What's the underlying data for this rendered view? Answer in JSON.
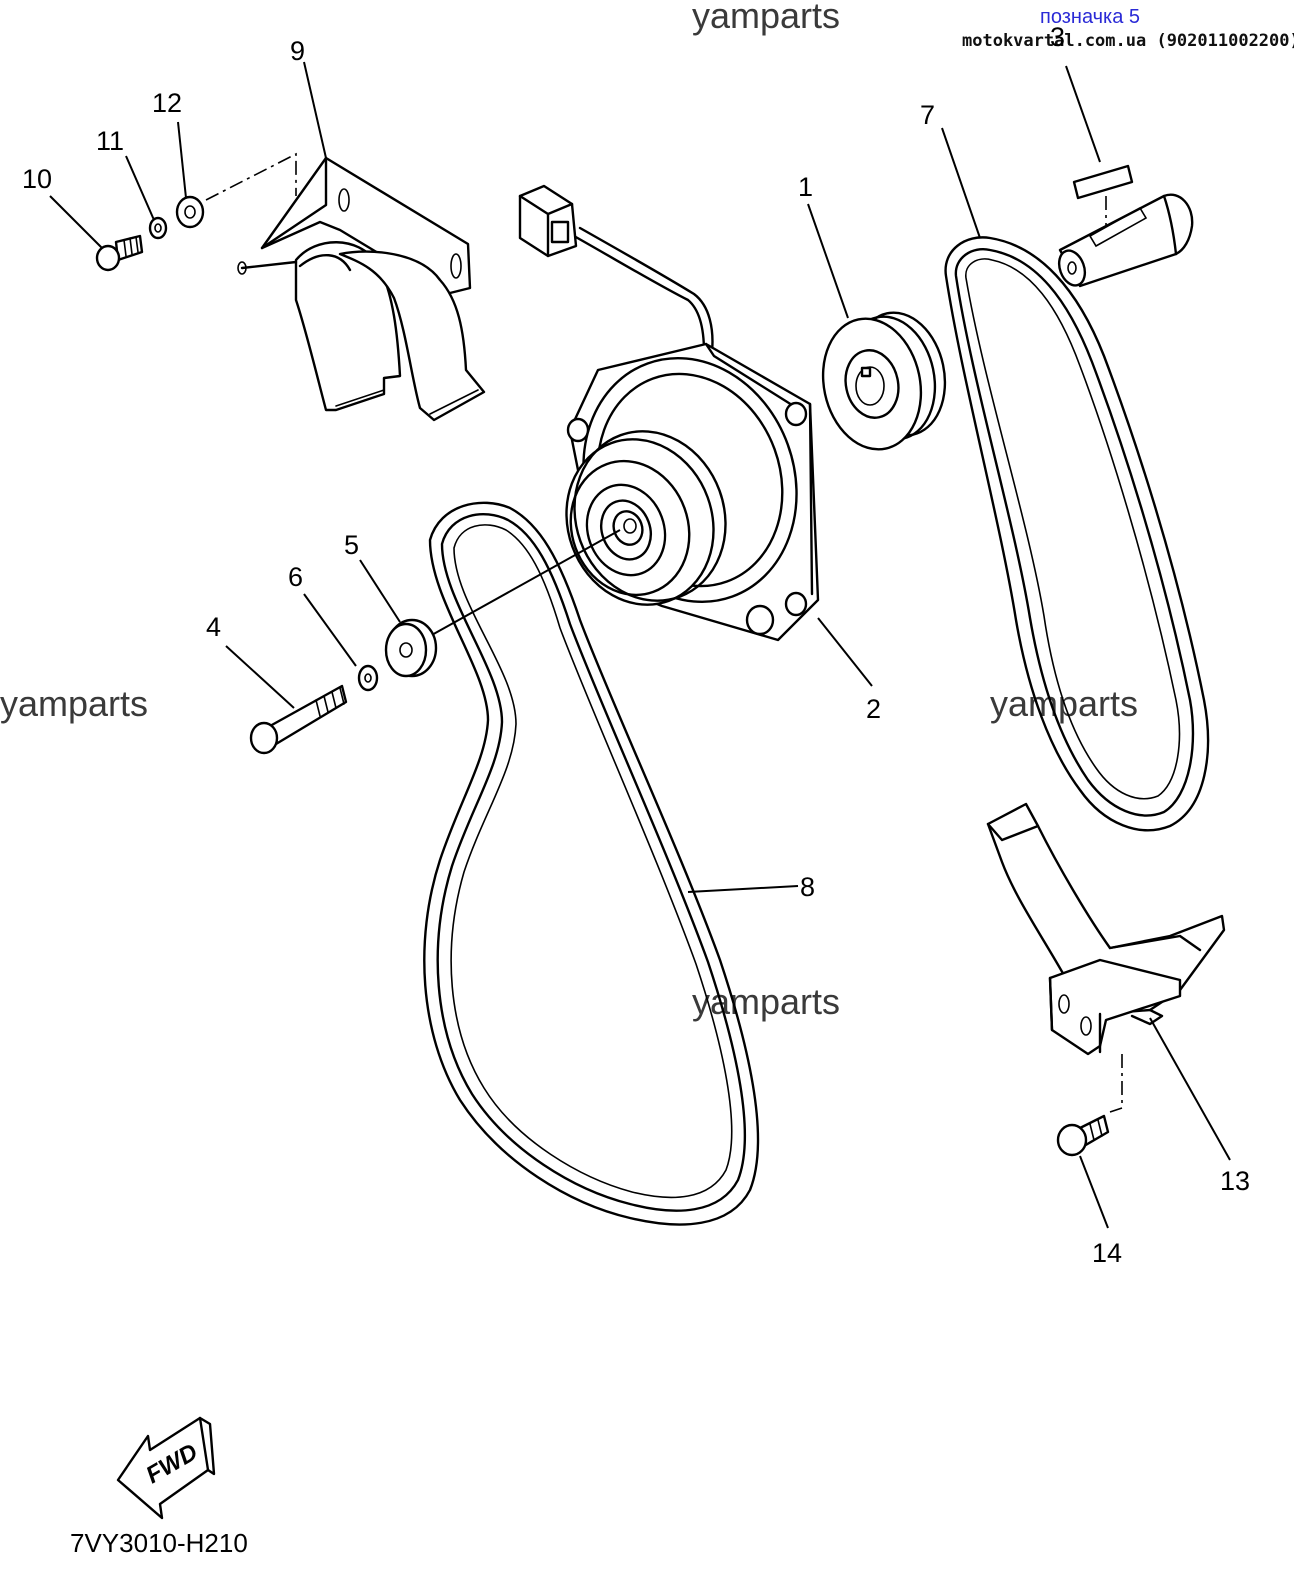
{
  "header": {
    "tag": "позначка 5",
    "source": "motokvartal.com.ua (902011002200)"
  },
  "watermarks": {
    "top": "yamparts",
    "left": "yamparts",
    "right": "yamparts",
    "center": "yamparts"
  },
  "callouts": {
    "c1": "1",
    "c2": "2",
    "c3": "3",
    "c4": "4",
    "c5": "5",
    "c6": "6",
    "c7": "7",
    "c8": "8",
    "c9": "9",
    "c10": "10",
    "c11": "11",
    "c12": "12",
    "c13": "13",
    "c14": "14"
  },
  "fwd_label": "FWD",
  "diagram_code": "7VY3010-H210"
}
